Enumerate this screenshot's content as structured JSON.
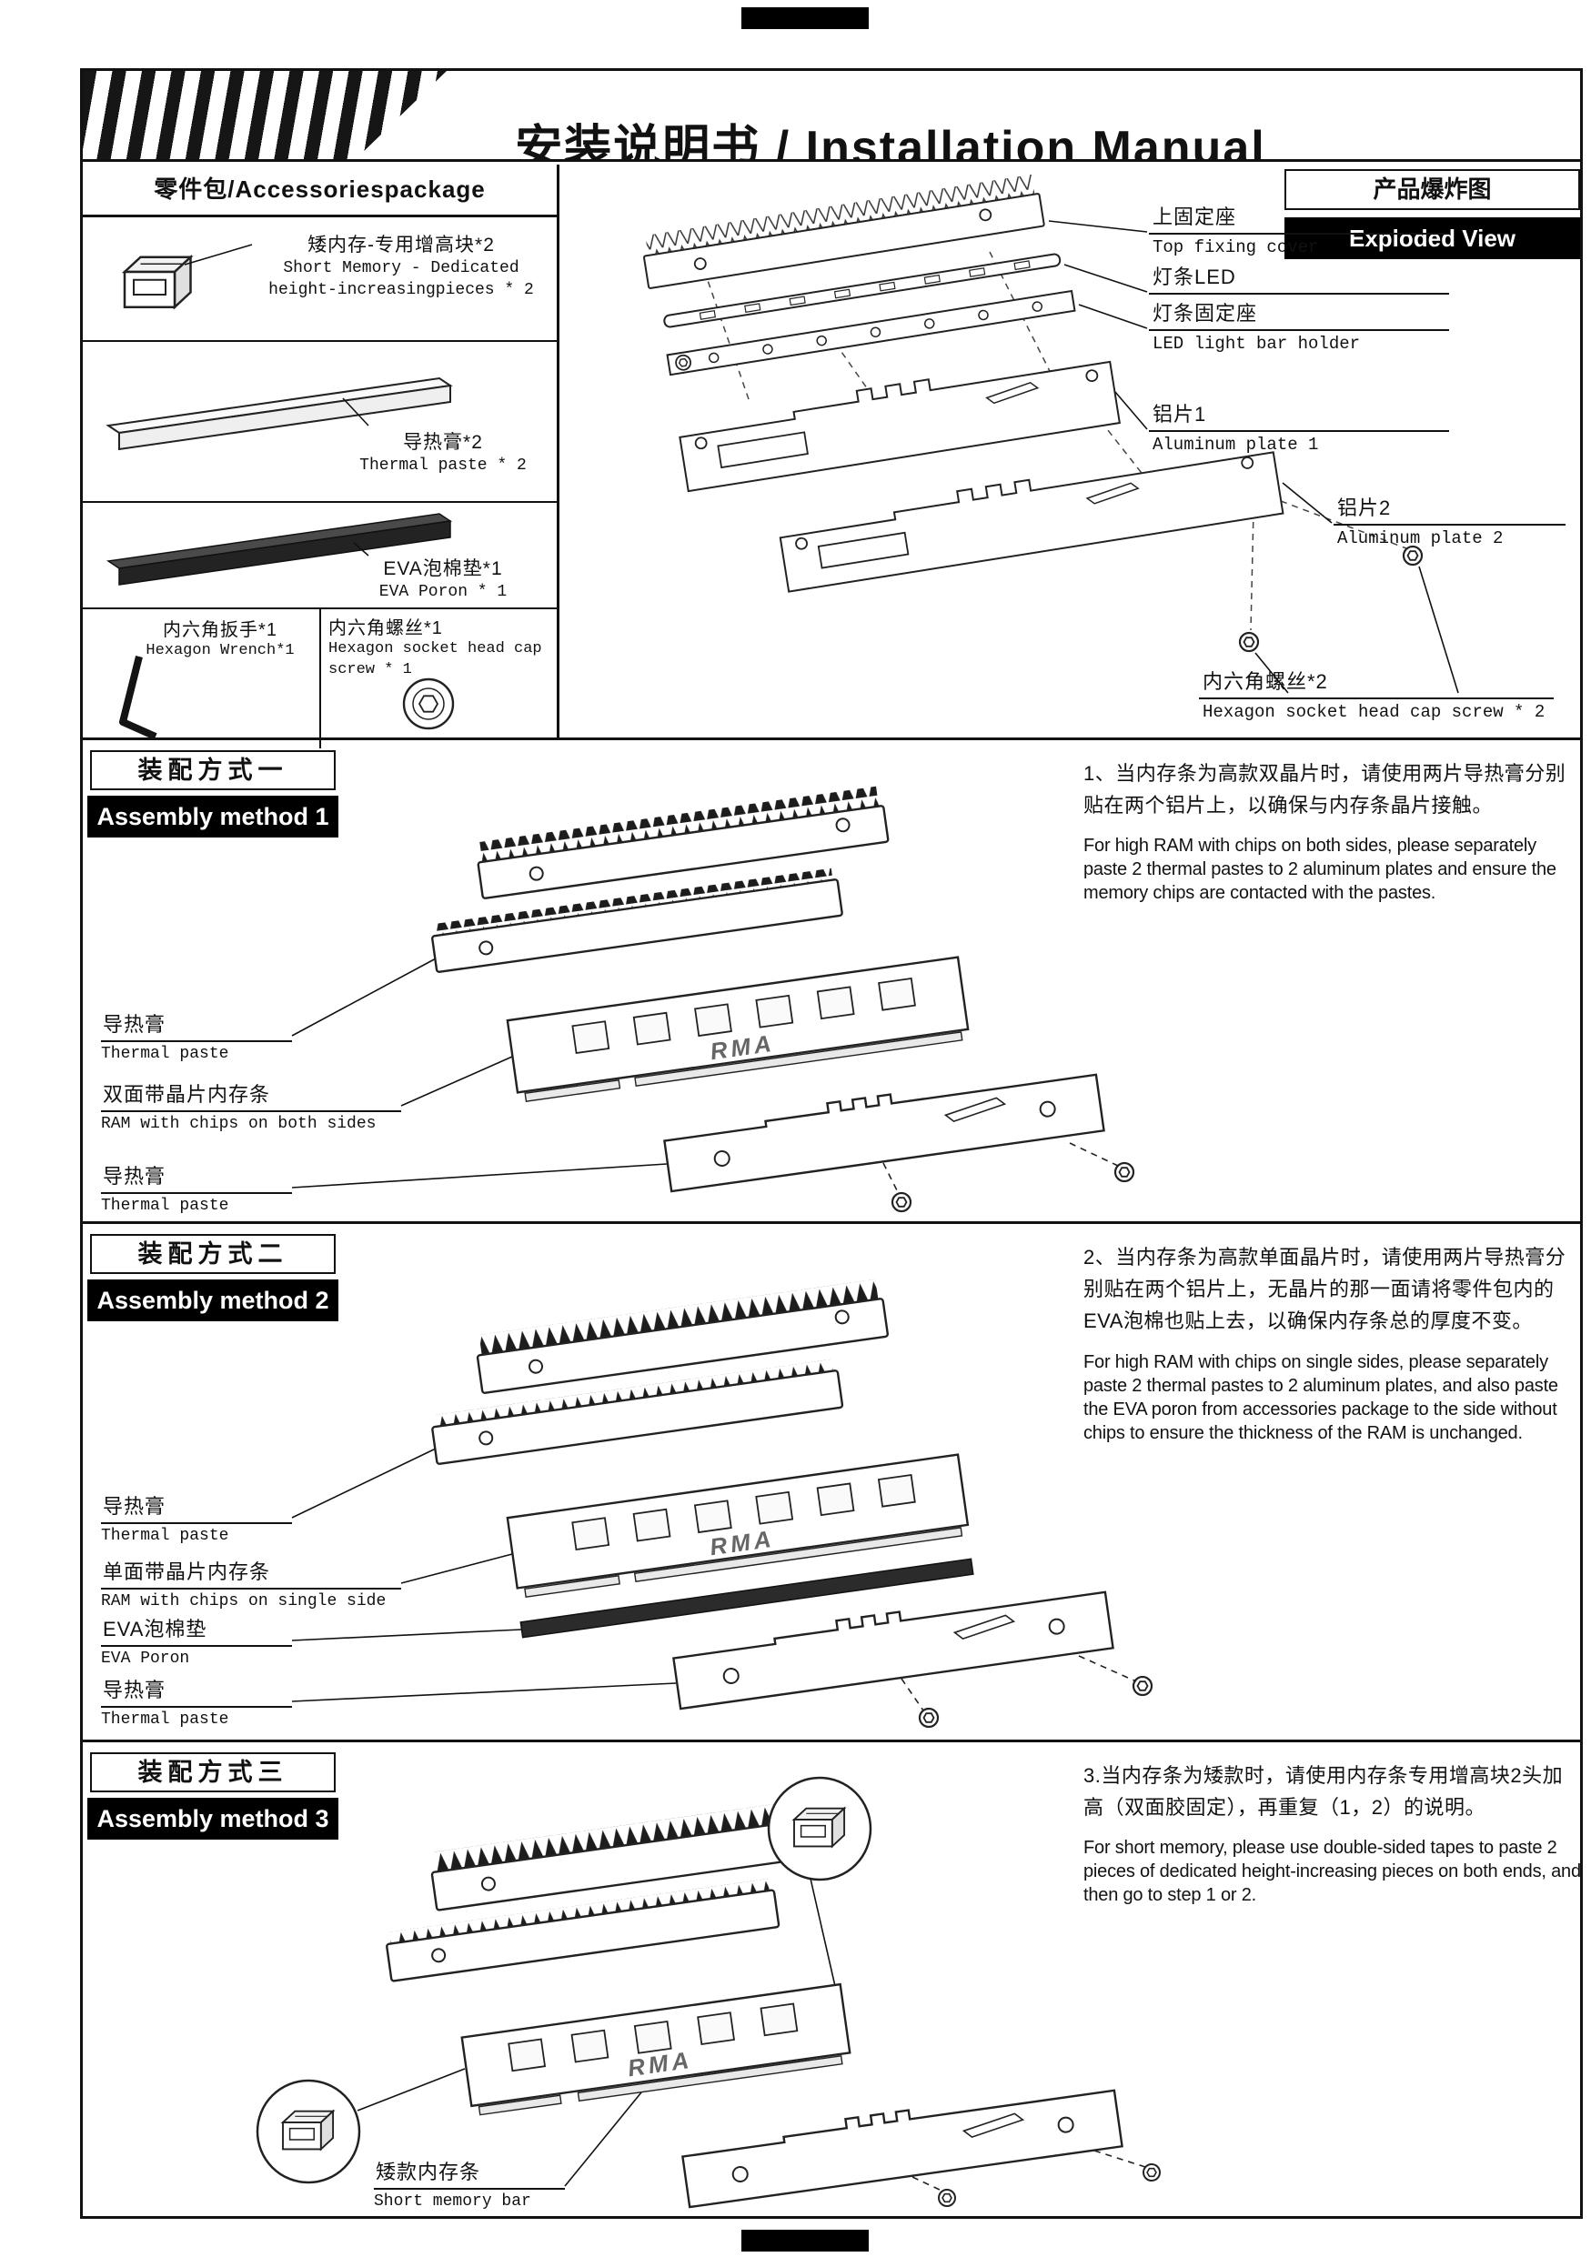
{
  "colors": {
    "ink": "#111111",
    "paper": "#ffffff"
  },
  "title": "安装说明书 / Installation Manual",
  "ram_logo": "RMA",
  "accessories": {
    "header": "零件包/Accessoriespackage",
    "item1": {
      "zh": "矮内存-专用增高块*2",
      "en_line1": "Short Memory - Dedicated",
      "en_line2": "height-increasingpieces * 2"
    },
    "item2": {
      "zh": "导热膏*2",
      "en": "Thermal paste * 2"
    },
    "item3": {
      "zh": "EVA泡棉垫*1",
      "en": "EVA Poron * 1"
    },
    "item4": {
      "zh": "内六角扳手*1",
      "en": "Hexagon Wrench*1"
    },
    "item5": {
      "zh": "内六角螺丝*1",
      "en": "Hexagon socket head cap screw * 1"
    }
  },
  "exploded": {
    "title_zh": "产品爆炸图",
    "title_en": "Exploded View",
    "labels": [
      {
        "zh": "上固定座",
        "en": "Top fixing cover"
      },
      {
        "zh": "灯条LED",
        "en": ""
      },
      {
        "zh": "灯条固定座",
        "en": "LED light bar holder"
      },
      {
        "zh": "铝片1",
        "en": "Aluminum plate 1"
      },
      {
        "zh": "铝片2",
        "en": "Aluminum plate 2"
      },
      {
        "zh": "内六角螺丝*2",
        "en": "Hexagon socket head cap screw * 2"
      }
    ]
  },
  "methods": [
    {
      "header_zh": "装配方式一",
      "header_en": "Assembly method 1",
      "zh": "1、当内存条为高款双晶片时，请使用两片导热膏分别贴在两个铝片上，以确保与内存条晶片接触。",
      "en": "For high RAM with chips on both sides, please separately paste 2 thermal pastes to 2 aluminum plates and ensure the memory chips are contacted with the pastes.",
      "labels": [
        {
          "zh": "导热膏",
          "en": "Thermal paste"
        },
        {
          "zh": "双面带晶片内存条",
          "en": "RAM with chips on both sides"
        },
        {
          "zh": "导热膏",
          "en": "Thermal paste"
        }
      ]
    },
    {
      "header_zh": "装配方式二",
      "header_en": "Assembly method 2",
      "zh": "2、当内存条为高款单面晶片时，请使用两片导热膏分别贴在两个铝片上，无晶片的那一面请将零件包内的EVA泡棉也贴上去，以确保内存条总的厚度不变。",
      "en": "For high RAM with chips on single sides, please separately paste 2 thermal pastes to 2 aluminum plates, and also paste the EVA poron from accessories package to the side without chips to ensure the thickness of the RAM is unchanged.",
      "labels": [
        {
          "zh": "导热膏",
          "en": "Thermal paste"
        },
        {
          "zh": "单面带晶片内存条",
          "en": "RAM with chips on single side"
        },
        {
          "zh": "EVA泡棉垫",
          "en": "EVA Poron"
        },
        {
          "zh": "导热膏",
          "en": "Thermal paste"
        }
      ]
    },
    {
      "header_zh": "装配方式三",
      "header_en": "Assembly method 3",
      "zh": "3.当内存条为矮款时，请使用内存条专用增高块2头加高（双面胶固定），再重复（1，2）的说明。",
      "en": "For short memory, please use double-sided tapes to paste 2 pieces of dedicated height-increasing pieces on both ends, and then go to step 1 or 2.",
      "labels": [
        {
          "zh": "矮款内存条",
          "en": "Short memory bar"
        }
      ]
    }
  ]
}
